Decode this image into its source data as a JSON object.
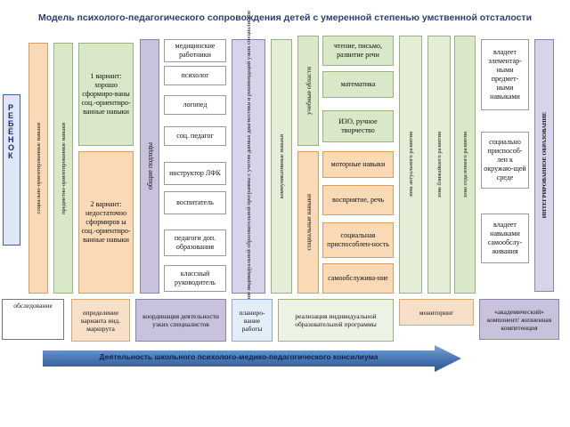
{
  "title": "Модель психолого-педагогического сопровождения детей с умеренной степенью умственной отсталости",
  "child": "РЕБЁНОК",
  "left_columns": {
    "outer": "социально-ориентированные навыки",
    "inner": "предметно-ориентированные навыки"
  },
  "variants": {
    "v1": "1 вариант: хорошо сформиро-ваны соц.-ориентиро-ванные навыки",
    "v2": "2 вариант: недостаточно сформиров ы соц.-ориентиро-ванные навыки"
  },
  "general_approaches": "общие подходы",
  "specialists": [
    "медицинские работники",
    "психолог",
    "логопед",
    "соц. педагог",
    "инструктор ЛФК",
    "воспитатель",
    "педагоги доп. образования",
    "классный руководитель"
  ],
  "individual_program": "составление индивидуальной образовательной программы с учетом данных диагностики и рекомендаций узких специалистов",
  "communication_skills": "коммуникативные навыки",
  "academic_label": "учебные области",
  "social_label": "социальные навыки",
  "academic_items": [
    "чтение, письмо, развитие речи",
    "математика",
    "ИЗО, ручное творчество"
  ],
  "social_items": [
    "моторные навыки",
    "восприятие, речь",
    "социальная приспособлен-ность",
    "самообслужива-ние"
  ],
  "right_columns": {
    "c1": "зона актуального развития",
    "c2": "зона ближайшего развития",
    "c3": "зона отдаленного развития",
    "integration": "ИНТЕГРИРОВАННОЕ ОБРАЗОВАНИЕ"
  },
  "outcomes": [
    "владеет элементар-ными предмет-ными навыками",
    "социально приспособ-лен к окружаю-щей среде",
    "владеет навыками самообслу-живания"
  ],
  "bottom_steps": [
    "обследование",
    "определение варианта инд. маршрута",
    "координация деятельности узких специалистов",
    "планиро-вание работы",
    "реализация индивидуальной образовательной программы",
    "мониторинг",
    "«академический» компонент/ жизненная компетенция"
  ],
  "footer": "Деятельность школьного психолого-медико-педагогического консилиума"
}
